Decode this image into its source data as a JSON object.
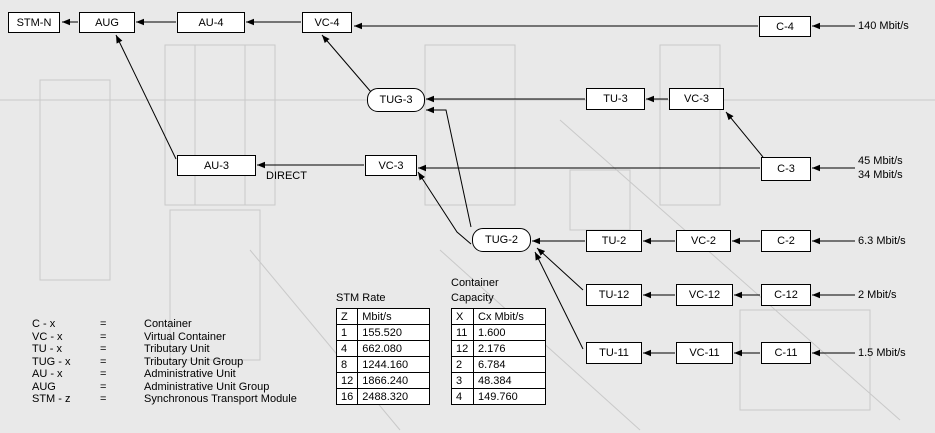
{
  "nodes": {
    "stm_n": "STM-N",
    "aug": "AUG",
    "au4": "AU-4",
    "vc4": "VC-4",
    "c4": "C-4",
    "tug3": "TUG-3",
    "tu3": "TU-3",
    "vc3_top": "VC-3",
    "au3": "AU-3",
    "vc3_mid": "VC-3",
    "c3": "C-3",
    "tug2": "TUG-2",
    "tu2": "TU-2",
    "vc2": "VC-2",
    "c2": "C-2",
    "tu12": "TU-12",
    "vc12": "VC-12",
    "c12": "C-12",
    "tu11": "TU-11",
    "vc11": "VC-11",
    "c11": "C-11"
  },
  "rates": {
    "c4": "140 Mbit/s",
    "c3_a": "45 Mbit/s",
    "c3_b": "34 Mbit/s",
    "c2": "6.3 Mbit/s",
    "c12": "2 Mbit/s",
    "c11": "1.5 Mbit/s"
  },
  "direct_label": "DIRECT",
  "legend": [
    {
      "abbr": "C - x",
      "eq": "=",
      "desc": "Container"
    },
    {
      "abbr": "VC - x",
      "eq": "=",
      "desc": "Virtual Container"
    },
    {
      "abbr": "TU - x",
      "eq": "=",
      "desc": "Tributary Unit"
    },
    {
      "abbr": "TUG - x",
      "eq": "=",
      "desc": "Tributary Unit Group"
    },
    {
      "abbr": "AU - x",
      "eq": "=",
      "desc": "Administrative Unit"
    },
    {
      "abbr": "AUG",
      "eq": "=",
      "desc": "Administrative Unit Group"
    },
    {
      "abbr": "STM - z",
      "eq": "=",
      "desc": "Synchronous Transport Module"
    }
  ],
  "stm_table": {
    "caption": "STM Rate",
    "headers": [
      "Z",
      "Mbit/s"
    ],
    "rows": [
      [
        "1",
        "155.520"
      ],
      [
        "4",
        "662.080"
      ],
      [
        "8",
        "1244.160"
      ],
      [
        "12",
        "1866.240"
      ],
      [
        "16",
        "2488.320"
      ]
    ]
  },
  "container_table": {
    "caption_line1": "Container",
    "caption_line2": "Capacity",
    "headers": [
      "X",
      "Cx Mbit/s"
    ],
    "rows": [
      [
        "11",
        "1.600"
      ],
      [
        "12",
        "2.176"
      ],
      [
        "2",
        "6.784"
      ],
      [
        "3",
        "48.384"
      ],
      [
        "4",
        "149.760"
      ]
    ]
  }
}
